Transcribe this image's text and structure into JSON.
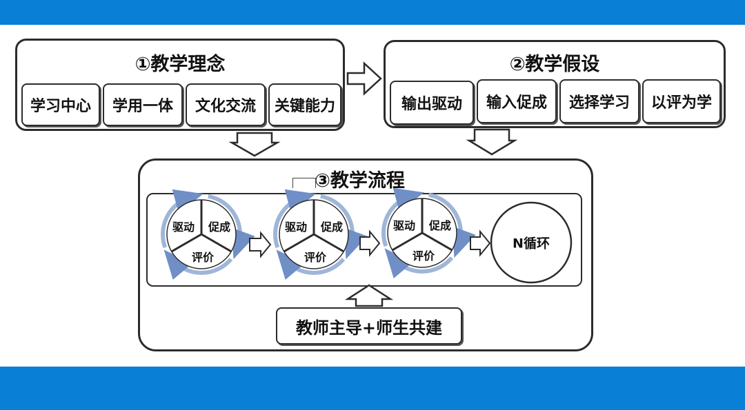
{
  "panel1": {
    "title": "①教学理念",
    "items": [
      "学习中心",
      "学用一体",
      "文化交流",
      "关键能力"
    ]
  },
  "panel2": {
    "title": "②教学假设",
    "items": [
      "输出驱动",
      "输入促成",
      "选择学习",
      "以评为学"
    ]
  },
  "panel3": {
    "title": "③教学流程",
    "cycle": {
      "drive": "驱动",
      "facilitate": "促成",
      "assess": "评价"
    },
    "n_cycle": "N循环",
    "bottom_box": "教师主导+师生共建"
  },
  "colors": {
    "band": "#0a7fd6",
    "ring": "#9fb6d9",
    "line": "#2b2b2b"
  }
}
